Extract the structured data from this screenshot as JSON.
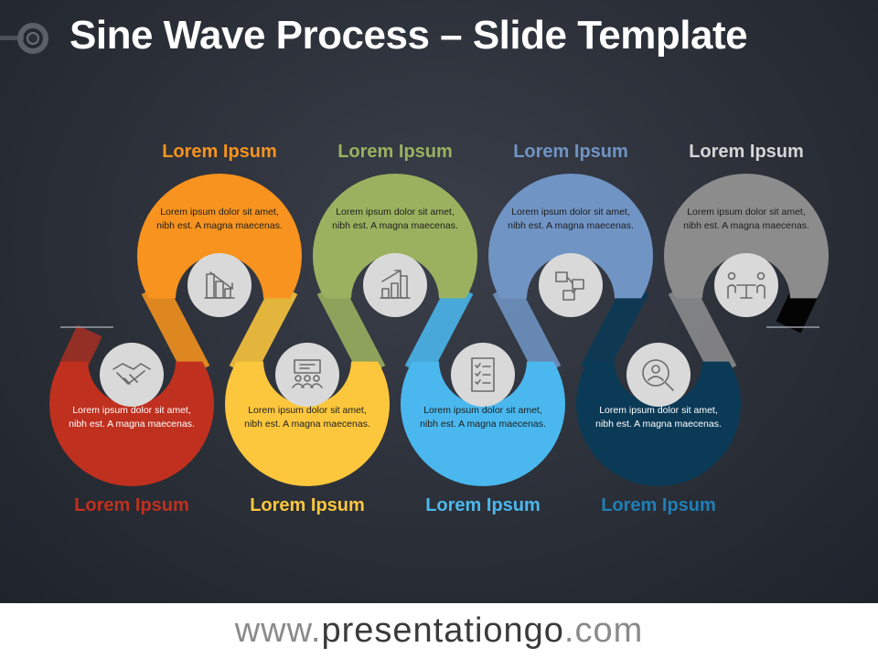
{
  "title": "Sine Wave Process – Slide Template",
  "steps": [
    {
      "label": "Lorem Ipsum",
      "body": "Lorem ipsum dolor sit amet, nibh est. A magna maecenas.",
      "color": "#c0301f",
      "icon": "handshake-icon"
    },
    {
      "label": "Lorem Ipsum",
      "body": "Lorem ipsum dolor sit amet, nibh est. A magna maecenas.",
      "color": "#f7931e",
      "icon": "bar-chart-down-icon"
    },
    {
      "label": "Lorem Ipsum",
      "body": "Lorem ipsum dolor sit amet, nibh est. A magna maecenas.",
      "color": "#fcc73c",
      "icon": "presentation-meeting-icon"
    },
    {
      "label": "Lorem Ipsum",
      "body": "Lorem ipsum dolor sit amet, nibh est. A magna maecenas.",
      "color": "#9bb15f",
      "icon": "bar-chart-up-icon"
    },
    {
      "label": "Lorem Ipsum",
      "body": "Lorem ipsum dolor sit amet, nibh est. A magna maecenas.",
      "color": "#4ab8ee",
      "icon": "checklist-icon"
    },
    {
      "label": "Lorem Ipsum",
      "body": "Lorem ipsum dolor sit amet, nibh est. A magna maecenas.",
      "color": "#7094c4",
      "icon": "flowchart-icon"
    },
    {
      "label": "Lorem Ipsum",
      "body": "Lorem ipsum dolor sit amet, nibh est. A magna maecenas.",
      "color": "#0b3a56",
      "icon": "user-search-icon"
    },
    {
      "label": "Lorem Ipsum",
      "body": "Lorem ipsum dolor sit amet, nibh est. A magna maecenas.",
      "color": "#8c8c8c",
      "icon": "meeting-table-icon"
    }
  ],
  "label_colors": [
    "#c0301f",
    "#f7931e",
    "#fcc73c",
    "#9bb15f",
    "#4ab8ee",
    "#7094c4",
    "#1f7fb7",
    "#d6d6d6"
  ],
  "footer": {
    "prefix": "www.",
    "domain": "presentationgo",
    "suffix": ".com"
  }
}
